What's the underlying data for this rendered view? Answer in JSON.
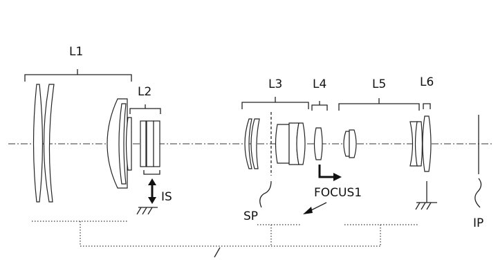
{
  "labels": {
    "l1": "L1",
    "l2": "L2",
    "l3": "L3",
    "l4": "L4",
    "l5": "L5",
    "l6": "L6",
    "is": "IS",
    "sp": "SP",
    "focus": "FOCUS1",
    "ip": "IP"
  }
}
